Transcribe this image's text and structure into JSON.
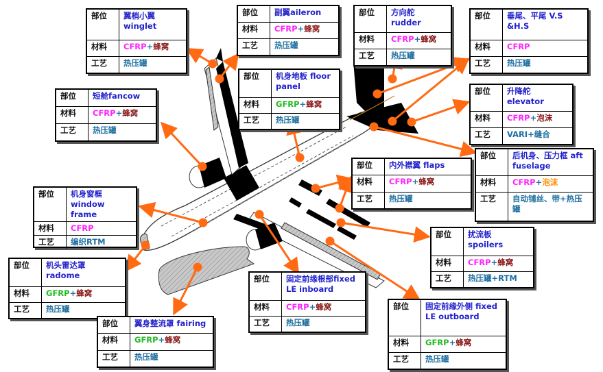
{
  "diagram_title": "",
  "row_labels": {
    "part": "部位",
    "material": "材料",
    "process": "工艺"
  },
  "colors": {
    "arrow": "#ff6a13",
    "part_text": "#2222cc",
    "cfrp": "#ff22ff",
    "gfrp": "#22bb22",
    "honeycomb": "#8b1a1a",
    "foam_orange": "#ff8c00",
    "process_text": "#1e6fa0"
  },
  "cards": {
    "winglet": {
      "part": "翼梢小翼 winglet",
      "material": [
        "CFRP",
        "+",
        "蜂窝"
      ],
      "process": "热压罐"
    },
    "aileron": {
      "part": "副翼aileron",
      "material": [
        "CFRP",
        "+",
        "蜂窝"
      ],
      "process": "热压罐"
    },
    "rudder": {
      "part": "方向舵 rudder",
      "material": [
        "CFRP",
        "+",
        "蜂窝"
      ],
      "process": "热压罐"
    },
    "vs_hs": {
      "part": "垂尾、平尾 V.S &H.S",
      "material": [
        "CFRP",
        "",
        ""
      ],
      "process": "热压罐"
    },
    "floor_panel": {
      "part": "机身地板 floor panel",
      "material": [
        "GFRP",
        "+",
        "蜂窝"
      ],
      "process": "热压罐"
    },
    "fancow": {
      "part": "短舱fancow",
      "material": [
        "CFRP",
        "+",
        "蜂窝"
      ],
      "process": "热压罐"
    },
    "elevator": {
      "part": "升降舵 elevator",
      "material": [
        "CFRP",
        "+",
        "泡沫"
      ],
      "process": "VARI+缝合"
    },
    "aft_fuselage": {
      "part": "后机身、压力框 aft fuselage",
      "material": [
        "CFRP",
        "+",
        "泡沫"
      ],
      "process": "自动铺丝、带+热压罐"
    },
    "flaps": {
      "part": "内外襟翼 flaps",
      "material": [
        "CFRP",
        "+",
        "蜂窝"
      ],
      "process": "热压罐"
    },
    "window_frame": {
      "part": "机身窗框 window frame",
      "material": [
        "CFRP",
        "",
        ""
      ],
      "process": "编织RTM"
    },
    "spoilers": {
      "part": "扰流板 spoilers",
      "material": [
        "CFRP",
        "+",
        "蜂窝"
      ],
      "process": "热压罐+RTM"
    },
    "radome": {
      "part": "机头雷达罩 radome",
      "material": [
        "GFRP",
        "+",
        "蜂窝"
      ],
      "process": "热压罐"
    },
    "le_inboard": {
      "part": "固定前缘根部fixed LE inboard",
      "material": [
        "CFRP",
        "+",
        "蜂窝"
      ],
      "process": "热压罐"
    },
    "le_outboard": {
      "part": "固定前缘外侧 fixed LE outboard",
      "material": [
        "GFRP",
        "+",
        "蜂窝"
      ],
      "process": "热压罐"
    },
    "fairing": {
      "part": "翼身整流罩 fairing",
      "material": [
        "GFRP",
        "+",
        "蜂窝"
      ],
      "process": "热压罐"
    }
  }
}
